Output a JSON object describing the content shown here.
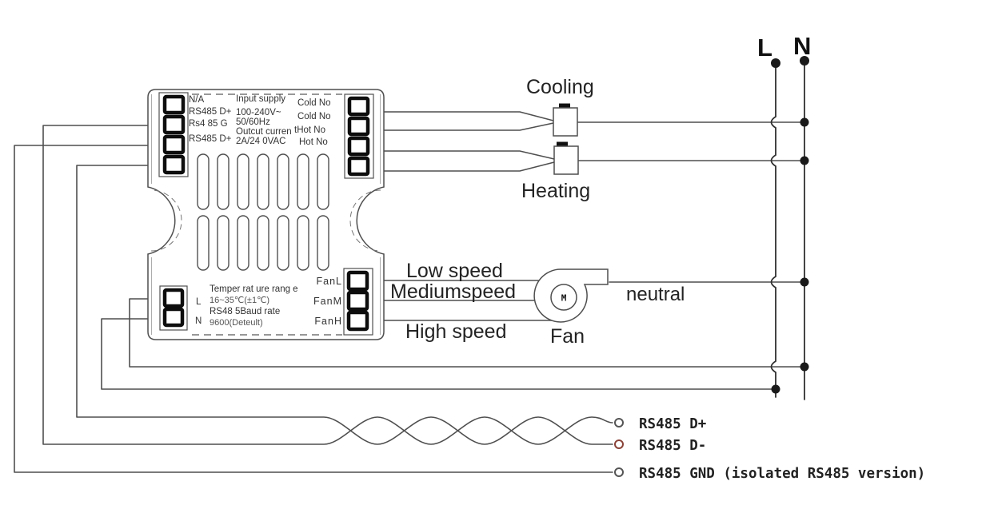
{
  "device": {
    "left_terminals": [
      "N/A",
      "RS485 D+",
      "Rs4 85 G",
      "RS485 D+"
    ],
    "input_specs": [
      "Input supply",
      "100-240V~",
      "50/60Hz",
      "Outcut curren",
      "2A/24 0VAC"
    ],
    "right_terminals": [
      "Cold No",
      "Cold No",
      "tHot No",
      "Hot No"
    ],
    "bottom_specs": [
      "Temper rat ure rang e",
      "16~35℃(±1℃)",
      "RS48 5Baud rate",
      "9600(Deteult)"
    ],
    "power_terminals": [
      "L",
      "N"
    ],
    "fan_terminals": [
      "FanL",
      "FanM",
      "FanH"
    ]
  },
  "mains": {
    "line_label": "L",
    "neutral_label": "N"
  },
  "loads": {
    "cooling": "Cooling",
    "heating": "Heating",
    "fan": "Fan",
    "motor": "M",
    "neutral": "neutral",
    "fan_speeds": [
      "Low speed",
      "Mediumspeed",
      "High speed"
    ]
  },
  "rs485": {
    "d_plus": "RS485 D+",
    "d_minus": "RS485 D-",
    "gnd": "RS485 GND (isolated RS485 version)"
  },
  "colors": {
    "wire": "#4f4f4f",
    "junction_dot": "#1a1a1a",
    "terminal_slot": "#0d0d0d",
    "d_minus_terminal": "#8a4238",
    "terminal_circle": "#555555"
  }
}
